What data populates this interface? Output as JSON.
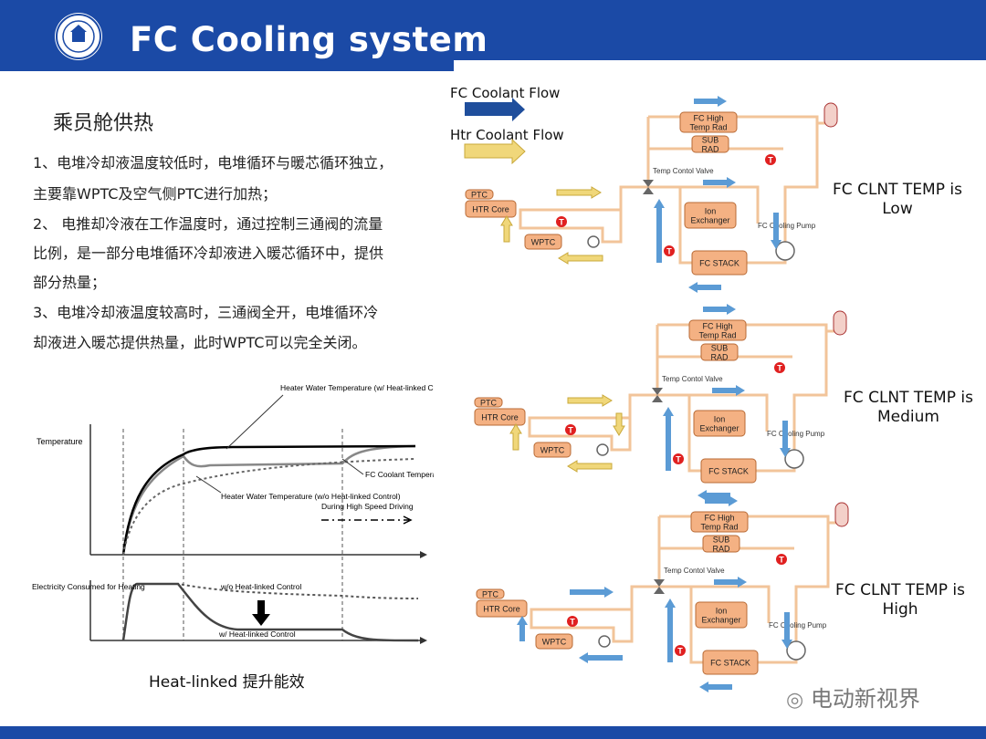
{
  "header": {
    "title": "FC Cooling system"
  },
  "left": {
    "subheading": "乘员舱供热",
    "paragraphs": [
      "1、电堆冷却液温度较低时，电堆循环与暖芯循环独立，",
      "主要靠WPTC及空气侧PTC进行加热；",
      "2、 电推却冷液在工作温度时，通过控制三通阀的流量",
      "比例，是一部分电堆循环冷却液进入暖芯循环中，提供",
      "部分热量；",
      "3、电堆冷却液温度较高时，三通阀全开，电堆循环冷",
      "却液进入暖芯提供热量，此时WPTC可以完全关闭。"
    ],
    "chart": {
      "temp_axis_label": "Temperature",
      "heater_with_control": "Heater Water Temperature (w/ Heat-linked Control)",
      "heater_without_control": "Heater Water Temperature (w/o Heat-linked Control)",
      "fc_coolant": "FC Coolant Temperature",
      "high_speed": "During High Speed Driving",
      "elec_axis_label": "Electricity Consumed for Heating",
      "wo_control": "w/o Heat-linked Control",
      "w_control": "w/ Heat-linked Control"
    },
    "caption": "Heat-linked 提升能效"
  },
  "legend": {
    "fc_flow": "FC Coolant Flow",
    "htr_flow": "Htr Coolant Flow",
    "colors": {
      "fc": "#1f4e9c",
      "htr": "#f0d77a",
      "pipe": "#f2c49a",
      "component": "#f4b183",
      "temp_sensor": "#e02020"
    }
  },
  "components": {
    "fc_high_temp_rad": "FC High Temp Rad",
    "sub_rad": "SUB RAD",
    "temp_control_valve": "Temp Contol Valve",
    "ptc": "PTC",
    "htr_core": "HTR Core",
    "wptc": "WPTC",
    "ion_exchanger": "Ion Exchanger",
    "fc_cooling_pump": "FC Cooling Pump",
    "fc_stack": "FC STACK"
  },
  "states": [
    "FC CLNT TEMP is Low",
    "FC CLNT TEMP is Medium",
    "FC CLNT TEMP is High"
  ],
  "watermark": "电动新视界"
}
